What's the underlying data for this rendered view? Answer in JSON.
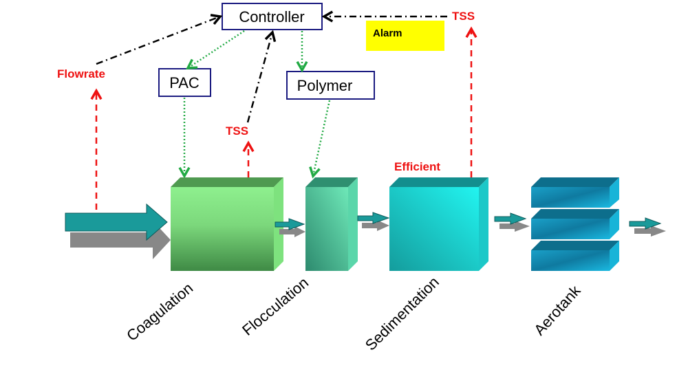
{
  "title": "Coagulation control process diagram",
  "control_boxes": {
    "controller": "Controller",
    "pac": "PAC",
    "polymer": "Polymer"
  },
  "alarm": {
    "label": "Alarm",
    "color": "#ffff00"
  },
  "signals": {
    "flowrate": "Flowrate",
    "tss_coagulation": "TSS",
    "tss_sedimentation": "TSS",
    "efficient": "Efficient"
  },
  "stages": [
    {
      "id": "coagulation",
      "label": "Coagulation"
    },
    {
      "id": "flocculation",
      "label": "Flocculation"
    },
    {
      "id": "sedimentation",
      "label": "Sedimentation"
    },
    {
      "id": "aerotank",
      "label": "Aerotank"
    }
  ],
  "legend_colors": {
    "measurement_line": "#ee1111",
    "control_line": "#000000",
    "dosing_line": "#22aa44",
    "box_border": "#1a1a80"
  }
}
